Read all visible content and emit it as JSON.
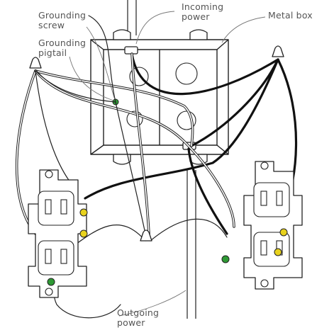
{
  "labels": {
    "grounding_screw": [
      "Grounding",
      "screw"
    ],
    "grounding_pigtail": [
      "Grounding",
      "pigtail"
    ],
    "incoming_power": [
      "Incoming",
      "power"
    ],
    "metal_box": "Metal box",
    "outgoing_power": [
      "Outgoing",
      "power"
    ]
  },
  "colors": {
    "label_text": "#555555",
    "leader_line": "#777777",
    "line_art": "#222222",
    "hot_wire": "#111111",
    "brass_terminal": "#e8d21d",
    "ground_screw": "#2f9a35"
  }
}
